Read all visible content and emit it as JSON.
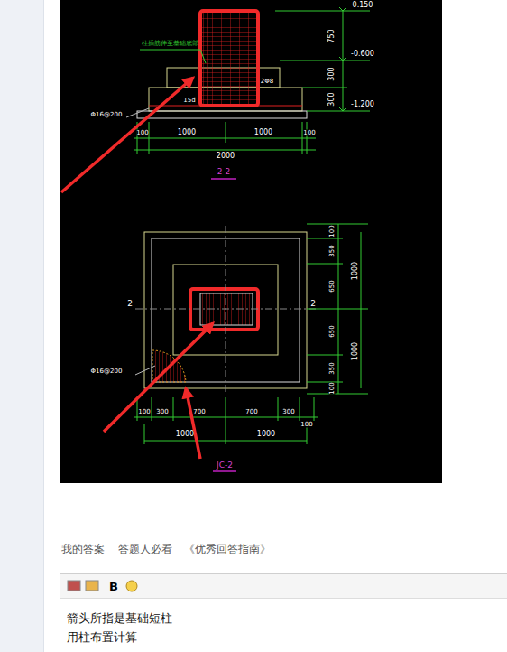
{
  "diagram": {
    "nodes": [
      {
        "text": [
          "箭头所指是基础短柱",
          "用柱布置计算"
        ]
      }
    ],
    "labels": [
      "0.150",
      "750",
      "-0.600",
      "300",
      "300",
      "-1.200",
      "柱插筋伸至基础底部",
      "2Φ8",
      "15d",
      "Φ16@200",
      "100",
      "1000",
      "1000",
      "100",
      "2000",
      "2-2",
      "2",
      "2",
      "100",
      "350",
      "650",
      "650",
      "350",
      "100",
      "1000",
      "1000",
      "Φ16@200",
      "100",
      "300",
      "700",
      "700",
      "300",
      "100",
      "1000",
      "1000",
      "JC-2",
      "我的答案",
      "答题人必看",
      "《优秀回答指南》",
      "B"
    ]
  }
}
